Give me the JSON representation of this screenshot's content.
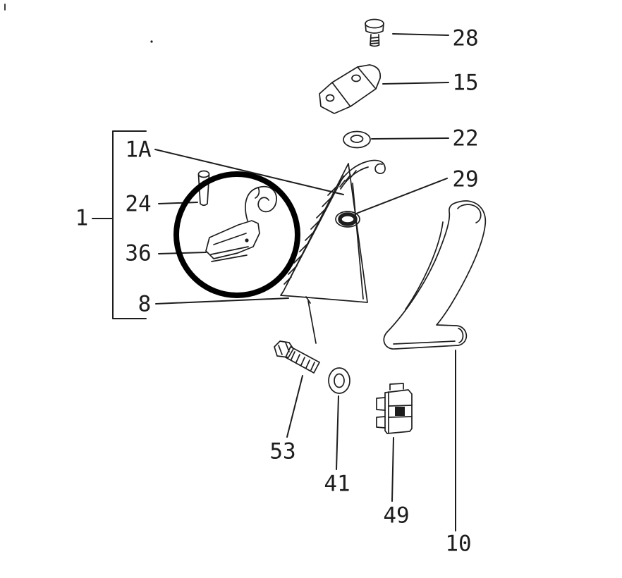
{
  "figure": {
    "background_color": "#ffffff",
    "ink_color": "#1d1d1d",
    "highlight_color": "#000000",
    "callouts": {
      "c28": "28",
      "c15": "15",
      "c22": "22",
      "c29": "29",
      "c1A": "1A",
      "c24": "24",
      "c36": "36",
      "c8": "8",
      "c1": "1",
      "c53": "53",
      "c41": "41",
      "c49": "49",
      "c10": "10"
    },
    "parts": [
      {
        "callout": "28",
        "icon": "screw-icon"
      },
      {
        "callout": "15",
        "icon": "mounting-bracket-icon"
      },
      {
        "callout": "22",
        "icon": "flat-washer-icon"
      },
      {
        "callout": "29",
        "icon": "grommet-icon"
      },
      {
        "callout": "1A",
        "icon": "pillar-panel-icon"
      },
      {
        "callout": "24",
        "icon": "pin-icon"
      },
      {
        "callout": "36",
        "icon": "latch-lever-icon"
      },
      {
        "callout": "8",
        "icon": "panel-lower-edge-icon"
      },
      {
        "callout": "1",
        "icon": "assembly-group-bracket"
      },
      {
        "callout": "53",
        "icon": "hex-bolt-icon"
      },
      {
        "callout": "41",
        "icon": "ring-washer-icon"
      },
      {
        "callout": "49",
        "icon": "retaining-clip-icon"
      },
      {
        "callout": "10",
        "icon": "pillar-trim-strip-icon"
      }
    ],
    "highlight": {
      "shape": "circle",
      "around_callout": "36"
    }
  }
}
